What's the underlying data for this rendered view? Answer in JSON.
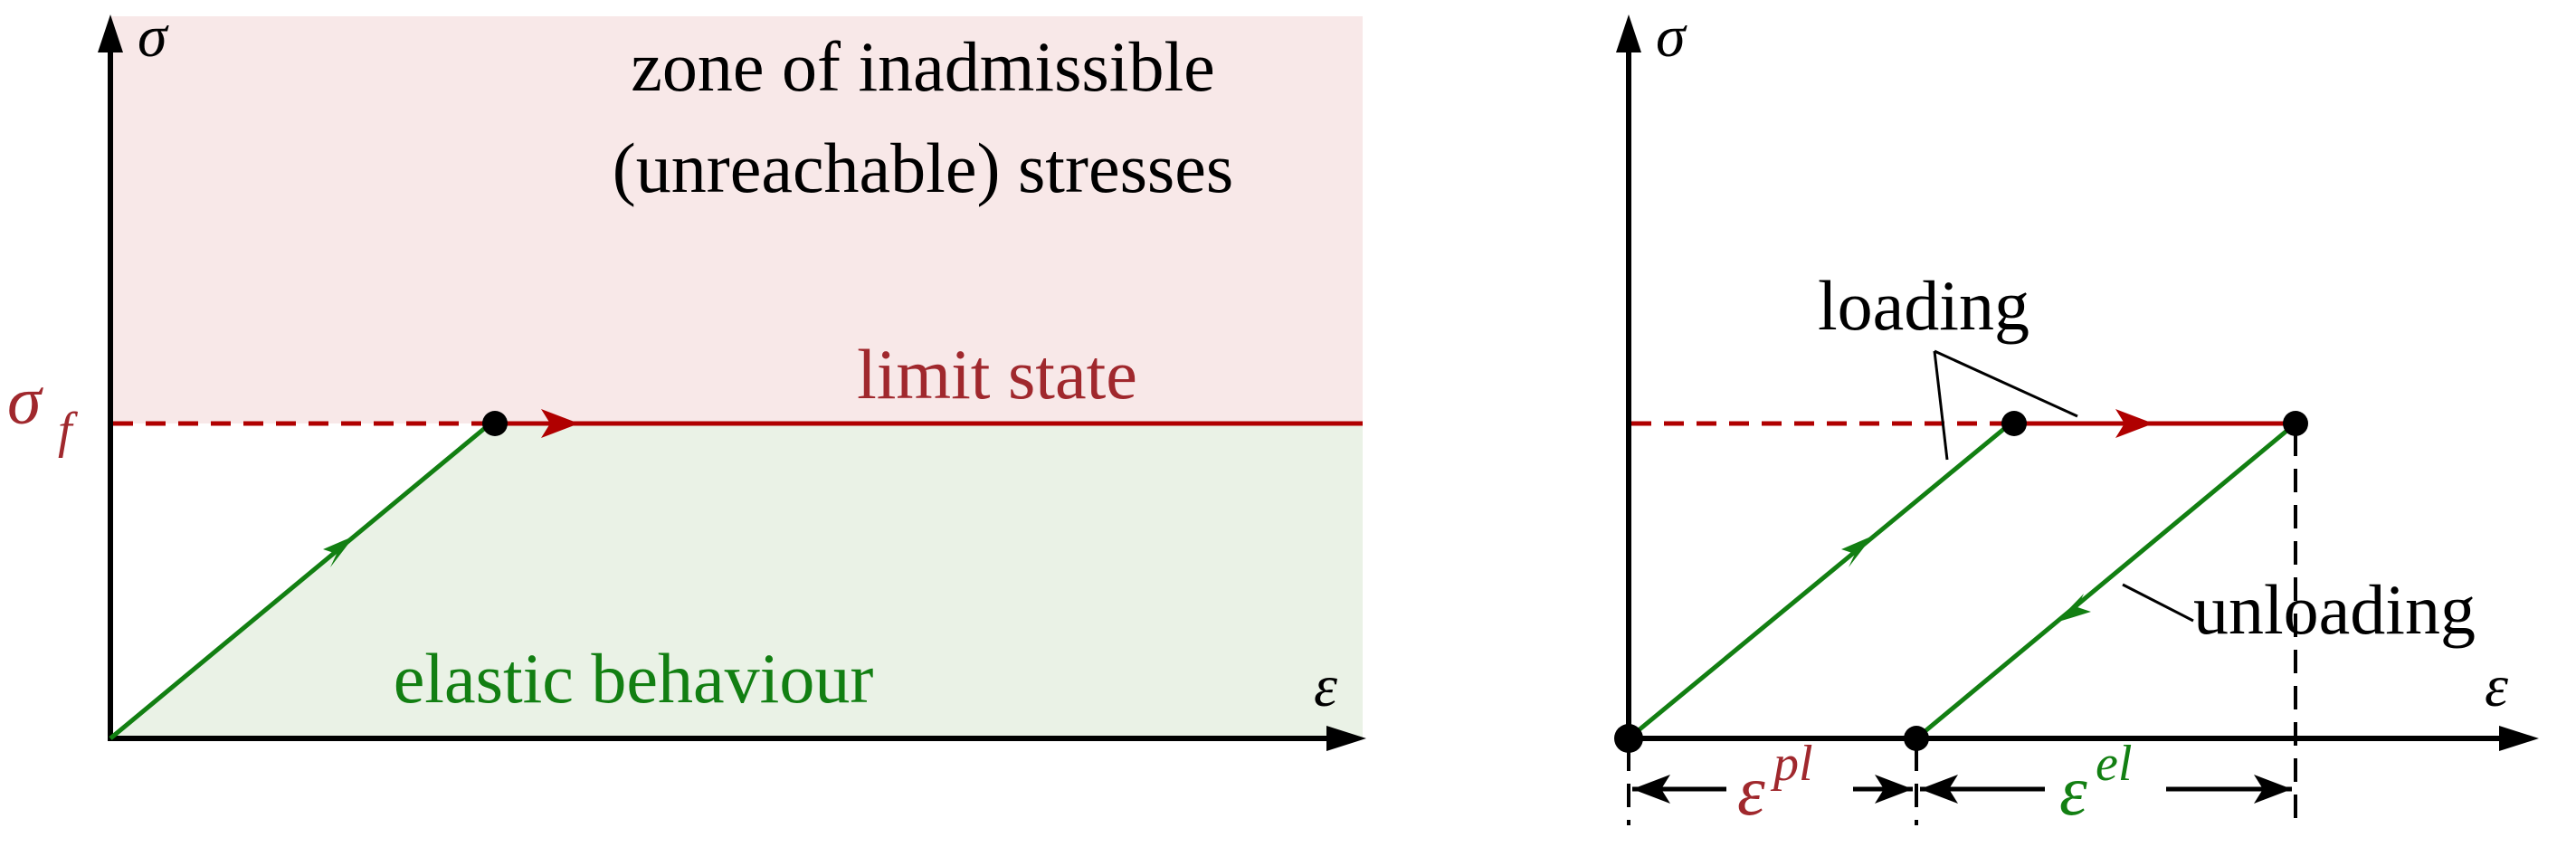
{
  "left_panel": {
    "y_axis_label": "σ",
    "x_axis_label": "ε",
    "yield_label": "σ",
    "yield_subscript": "f",
    "inadmissible_zone_line1": "zone of inadmissible",
    "inadmissible_zone_line2": "(unreachable) stresses",
    "limit_state_label": "limit state",
    "elastic_label": "elastic behaviour"
  },
  "right_panel": {
    "y_axis_label": "σ",
    "x_axis_label": "ε",
    "loading_label": "loading",
    "unloading_label": "unloading",
    "plastic_strain_base": "ε",
    "plastic_strain_sup": "pl",
    "elastic_strain_base": "ε",
    "elastic_strain_sup": "el"
  },
  "colors": {
    "axis": "#000000",
    "limit": "#b00000",
    "limit_text": "#a0282d",
    "elastic": "#127f12",
    "inadmissible_fill": "#f8e8e8",
    "elastic_fill": "#eaf2e6"
  }
}
